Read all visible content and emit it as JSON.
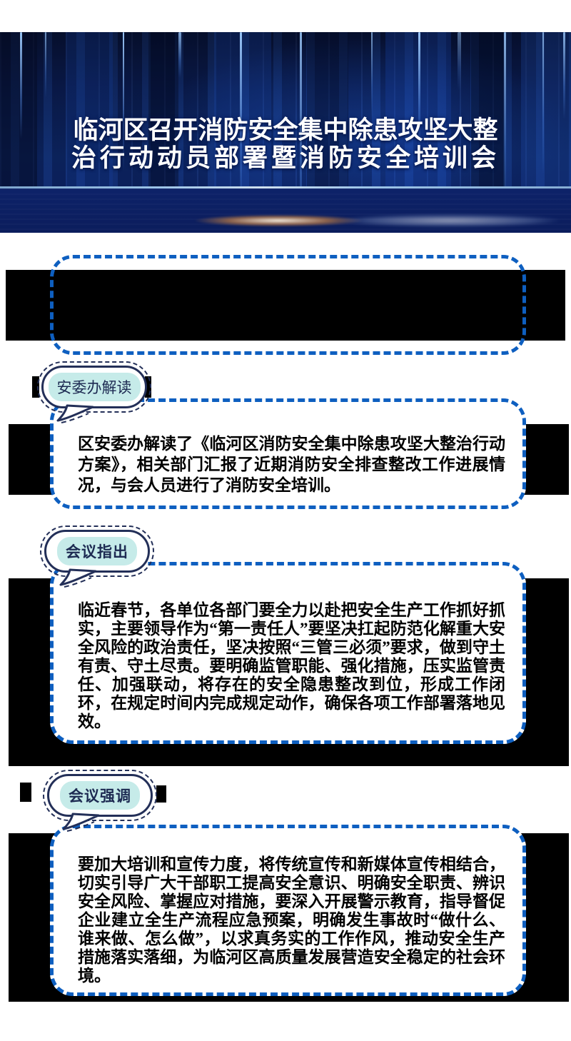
{
  "banner": {
    "title_line1": "临河区召开消防安全集中除患攻坚大整",
    "title_line2": "治行动动员部署暨消防安全培训会"
  },
  "sections": [
    {
      "label": "",
      "paragraph": ""
    },
    {
      "label": "安委办解读",
      "paragraph": "区安委办解读了《临河区消防安全集中除患攻坚大整治行动方案》，相关部门汇报了近期消防安全排查整改工作进展情况，与会人员进行了消防安全培训。"
    },
    {
      "label": "会议指出",
      "paragraph": "临近春节，各单位各部门要全力以赴把安全生产工作抓好抓实，主要领导作为“第一责任人”要坚决扛起防范化解重大安全风险的政治责任，坚决按照“三管三必须”要求，做到守土有责、守土尽责。要明确监管职能、强化措施，压实监管责任、加强联动，将存在的安全隐患整改到位，形成工作闭环，在规定时间内完成规定动作，确保各项工作部署落地见效。"
    },
    {
      "label": "会议强调",
      "paragraph": "要加大培训和宣传力度，将传统宣传和新媒体宣传相结合，切实引导广大干部职工提高安全意识、明确安全职责、辨识安全风险、掌握应对措施，要深入开展警示教育，指导督促企业建立全生产流程应急预案，明确发生事故时“做什么、谁来做、怎么做”，以求真务实的工作作风，推动安全生产措施落实落细，为临河区高质量发展营造安全稳定的社会环境。"
    }
  ],
  "colors": {
    "dashed_border_blue": "#0e5fc0",
    "bubble_fill_teal": "#c6ebe9",
    "bubble_border_navy": "#232f58",
    "banner_deep_blue": "#0d2765",
    "strip_black": "#000000",
    "title_white": "#ffffff"
  }
}
